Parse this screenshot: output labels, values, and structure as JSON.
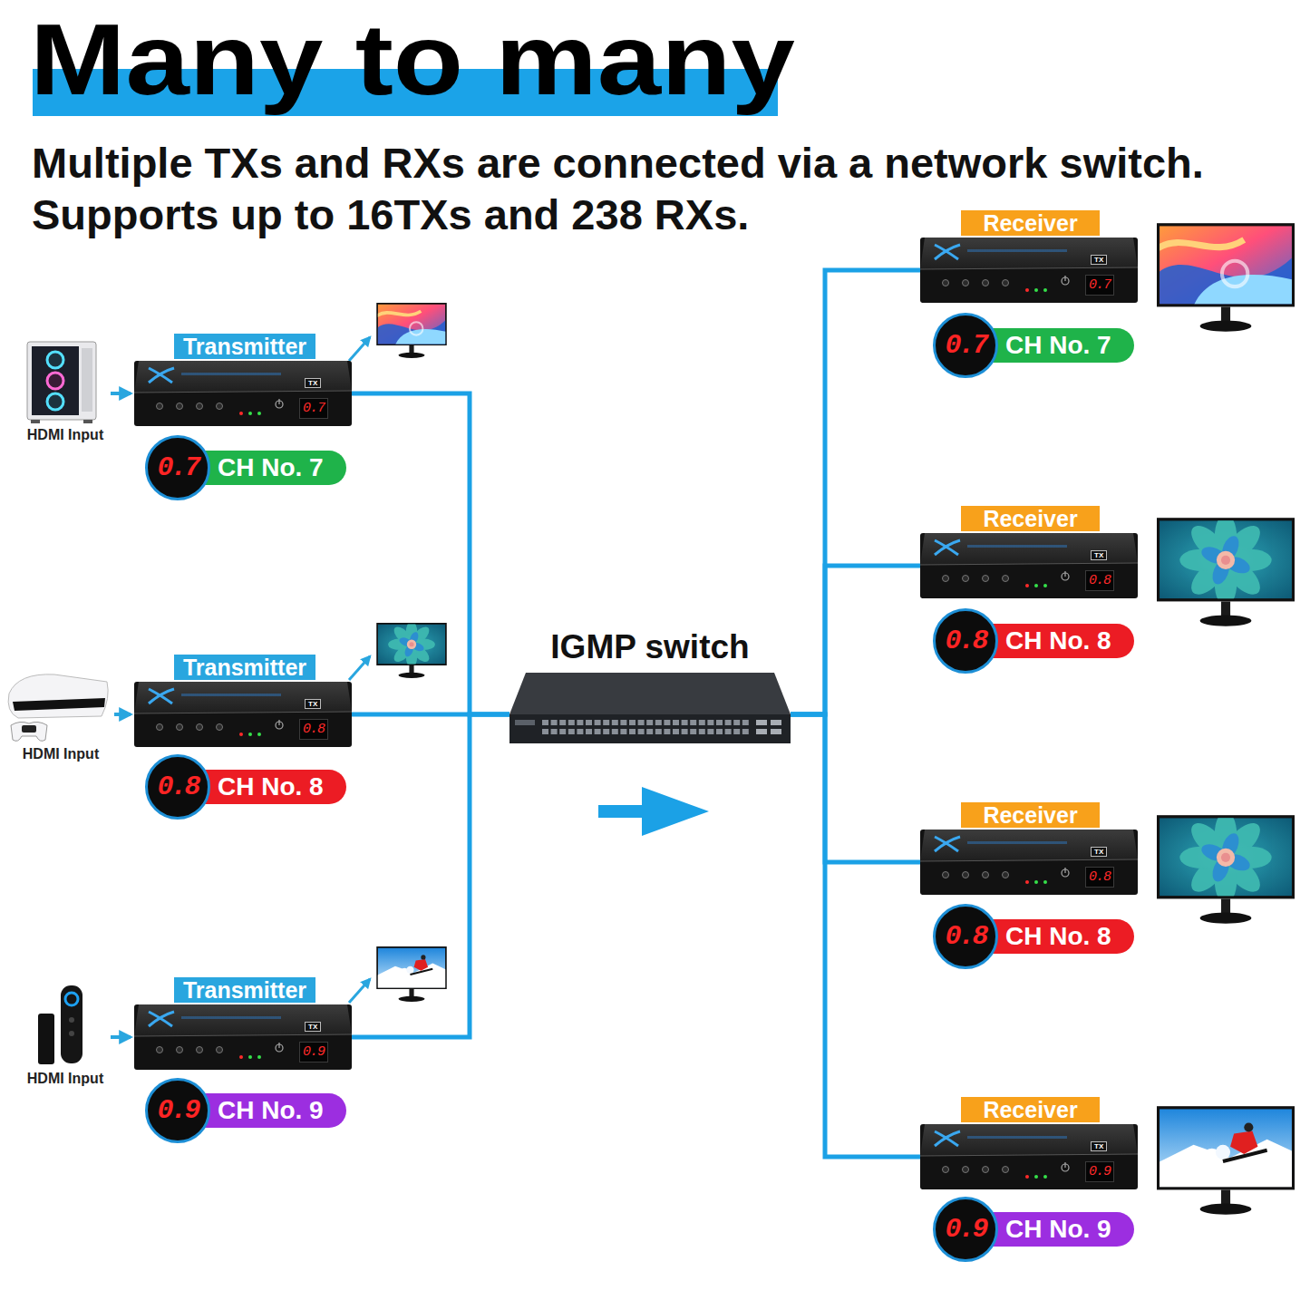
{
  "diagram": {
    "title": "Many to many",
    "nodes": [
      {
        "text": [
          "HDMI Input"
        ]
      },
      {
        "text": [
          "Transmitter",
          "TX",
          "0.7"
        ]
      },
      {
        "text": [
          "0.7",
          "CH No. 7"
        ]
      },
      {
        "text": [
          "HDMI Input"
        ]
      },
      {
        "text": [
          "Transmitter",
          "TX",
          "0.8"
        ]
      },
      {
        "text": [
          "0.8",
          "CH No. 8"
        ]
      },
      {
        "text": [
          "HDMI Input"
        ]
      },
      {
        "text": [
          "Transmitter",
          "TX",
          "0.9"
        ]
      },
      {
        "text": [
          "0.9",
          "CH No. 9"
        ]
      },
      {
        "text": [
          "IGMP switch"
        ]
      },
      {
        "text": [
          "Receiver",
          "TX",
          "0.7"
        ]
      },
      {
        "text": [
          "0.7",
          "CH No. 7"
        ]
      },
      {
        "text": [
          "Receiver",
          "TX",
          "0.8"
        ]
      },
      {
        "text": [
          "0.8",
          "CH No. 8"
        ]
      },
      {
        "text": [
          "Receiver",
          "TX",
          "0.8"
        ]
      },
      {
        "text": [
          "0.8",
          "CH No. 8"
        ]
      },
      {
        "text": [
          "Receiver",
          "TX",
          "0.9"
        ]
      },
      {
        "text": [
          "0.9",
          "CH No. 9"
        ]
      }
    ],
    "edges": [
      {
        "from": 0,
        "to": 1,
        "arrow": "to"
      },
      {
        "from": 3,
        "to": 4,
        "arrow": "to"
      },
      {
        "from": 6,
        "to": 7,
        "arrow": "to"
      },
      {
        "from": 1,
        "to": 9,
        "arrow": "none"
      },
      {
        "from": 4,
        "to": 9,
        "arrow": "none"
      },
      {
        "from": 7,
        "to": 9,
        "arrow": "none"
      },
      {
        "from": 9,
        "to": 10,
        "arrow": "none"
      },
      {
        "from": 9,
        "to": 12,
        "arrow": "none"
      },
      {
        "from": 9,
        "to": 14,
        "arrow": "none"
      },
      {
        "from": 9,
        "to": 16,
        "arrow": "none"
      }
    ],
    "labels": [
      "Multiple TXs and RXs are connected via a network switch.",
      "Supports up to 16TXs and 238 RXs."
    ]
  }
}
